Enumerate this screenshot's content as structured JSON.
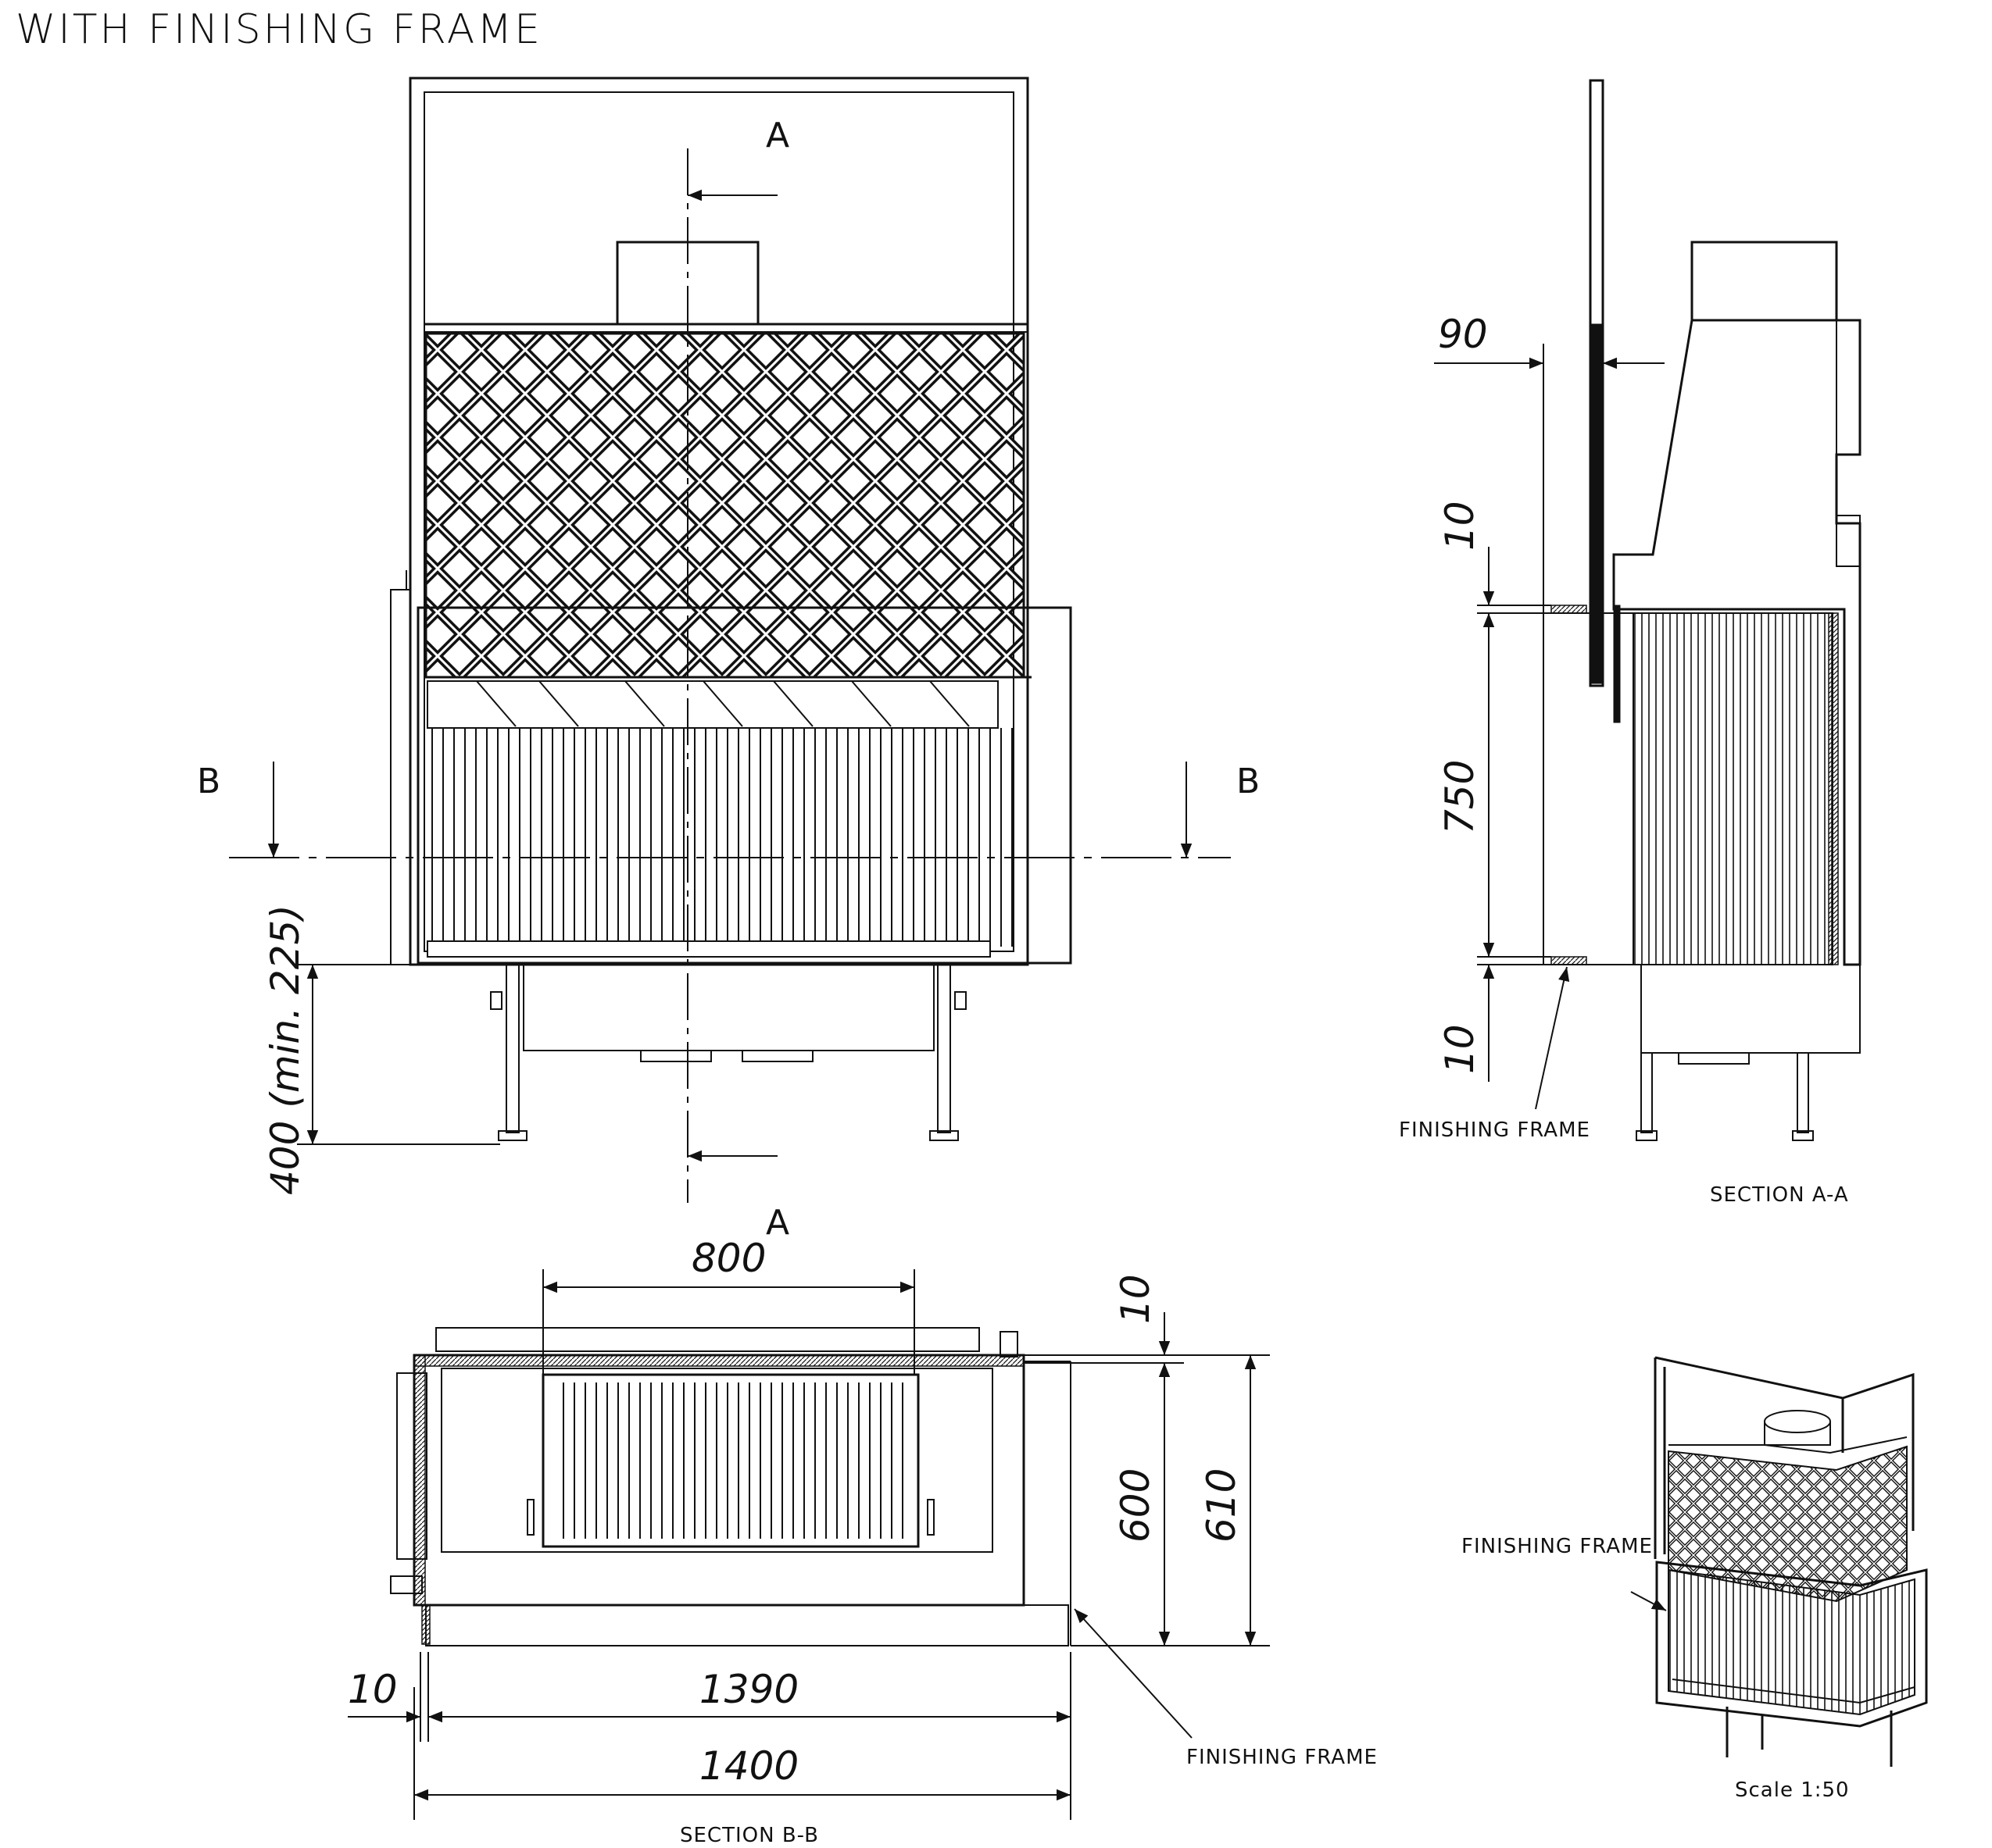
{
  "page_title": "WITH FINISHING FRAME",
  "front_view": {
    "section_a_label": "A",
    "section_b_label": "B",
    "leg_height_label": "400 (min. 225)"
  },
  "section_aa": {
    "caption": "SECTION A-A",
    "dim_top_offset": "90",
    "dim_frame_top": "10",
    "dim_opening_height": "750",
    "dim_frame_bottom": "10",
    "finishing_frame_label": "FINISHING FRAME"
  },
  "section_bb": {
    "caption": "SECTION B-B",
    "dim_grate_width": "800",
    "dim_frame_depth": "10",
    "dim_inner_depth": "600",
    "dim_outer_depth": "610",
    "dim_frame_side": "10",
    "dim_inner_width": "1390",
    "dim_outer_width": "1400",
    "finishing_frame_label": "FINISHING FRAME"
  },
  "iso_view": {
    "finishing_frame_label": "FINISHING FRAME",
    "scale_label": "Scale 1:50"
  }
}
